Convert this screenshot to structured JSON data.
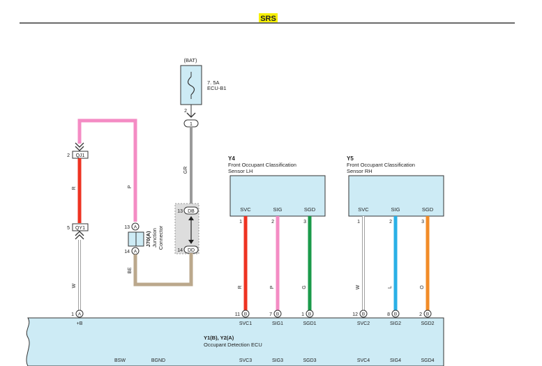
{
  "header": {
    "title": "SRS"
  },
  "fuse": {
    "source": "(BAT)",
    "rating": "7. 5A",
    "name": "ECU-B1",
    "pin": "2",
    "connector_pin": "1"
  },
  "connectors": {
    "qj1": {
      "label": "QJ1",
      "pin": "2"
    },
    "qy1": {
      "label": "QY1",
      "pin": "5"
    },
    "db": {
      "label": "DB",
      "pin": "13"
    },
    "dd": {
      "label": "DD",
      "pin": "14"
    }
  },
  "junction": {
    "id": "J70(A)",
    "name_line1": "Junction",
    "name_line2": "Connector",
    "pin_top": "13",
    "pin_bottom": "14",
    "letter": "A"
  },
  "sensor_lh": {
    "id": "Y4",
    "name_line1": "Front Occupant Classification",
    "name_line2": "Sensor LH",
    "terminals": [
      "SVC",
      "SIG",
      "SGD"
    ],
    "pins": [
      "1",
      "2",
      "3"
    ]
  },
  "sensor_rh": {
    "id": "Y5",
    "name_line1": "Front Occupant Classification",
    "name_line2": "Sensor RH",
    "terminals": [
      "SVC",
      "SIG",
      "SGD"
    ],
    "pins": [
      "1",
      "2",
      "3"
    ]
  },
  "wires": {
    "pink_p": "P",
    "red_r": "R",
    "white_w": "W",
    "gray_gr": "GR",
    "beige_be": "BE",
    "lh_svc": "R",
    "lh_sig": "P",
    "lh_sgd": "G",
    "rh_svc": "W",
    "rh_sig": "L",
    "rh_sgd": "O"
  },
  "ecu": {
    "id": "Y1(B), Y2(A)",
    "name": "Occupant Detection ECU",
    "top_pins": [
      {
        "num": "1",
        "letter": "A",
        "label": "+B"
      },
      {
        "num": "11",
        "letter": "B",
        "label": "SVC1"
      },
      {
        "num": "7",
        "letter": "B",
        "label": "SIG1"
      },
      {
        "num": "1",
        "letter": "B",
        "label": "SGD1"
      },
      {
        "num": "12",
        "letter": "B",
        "label": "SVC2"
      },
      {
        "num": "8",
        "letter": "B",
        "label": "SIG2"
      },
      {
        "num": "2",
        "letter": "B",
        "label": "SGD2"
      }
    ],
    "bottom_labels": [
      "BSW",
      "BGND",
      "SVC3",
      "SIG3",
      "SGD3",
      "SVC4",
      "SIG4",
      "SGD4"
    ]
  },
  "colors": {
    "pink": "#f48cc4",
    "red": "#ee3322",
    "green": "#1a9a4a",
    "blue": "#2ab0e6",
    "orange": "#f28c28",
    "gray": "#9a9a9a",
    "beige": "#bba88c",
    "ecu_fill": "#cdebf5",
    "title_highlight": "#f6f000"
  }
}
